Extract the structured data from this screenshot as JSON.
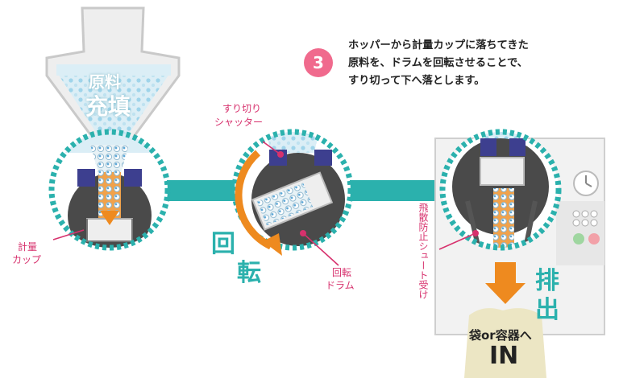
{
  "step": {
    "number": "3",
    "lines": [
      "ホッパーから計量カップに落ちてきた",
      "原料を、ドラムを回転させることで、",
      "すり切って下へ落とします。"
    ]
  },
  "labels": {
    "raw_material": "原料",
    "filling": "充填",
    "measuring_cup_line1": "計量",
    "measuring_cup_line2": "カップ",
    "shutter_line1": "すり切り",
    "shutter_line2": "シャッター",
    "rotation_char1": "回",
    "rotation_char2": "転",
    "drum_line1": "回転",
    "drum_line2": "ドラム",
    "chute": "飛散防止シュート受け",
    "discharge_char1": "排",
    "discharge_char2": "出",
    "bag_line": "袋or容器へ",
    "bag_in": "IN"
  },
  "colors": {
    "teal": "#2bb1ad",
    "navy": "#3d3f8f",
    "dark": "#4a4a4a",
    "orange": "#ee8a1f",
    "pink": "#d7316d",
    "badge": "#f06a8d",
    "light_blue": "#9fd4ea",
    "beige": "#ece6c4"
  }
}
